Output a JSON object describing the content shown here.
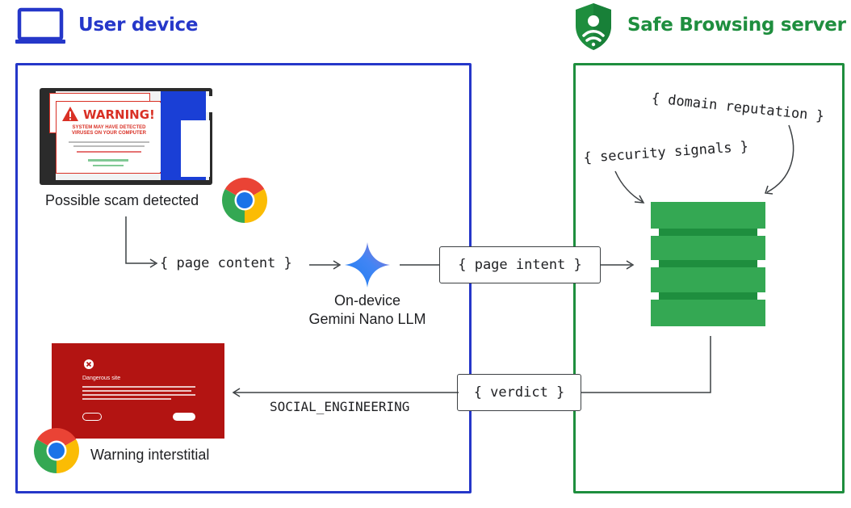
{
  "user_device": {
    "title": "User device",
    "icon": "laptop-icon",
    "color": "#2537c9"
  },
  "server": {
    "title": "Safe Browsing server",
    "icon": "shield-icon",
    "color": "#1e8e3e"
  },
  "scam": {
    "warning_title": "WARNING!",
    "warning_sub_1": "SYSTEM MAY HAVE DETECTED",
    "warning_sub_2": "VIRUSES ON YOUR COMPUTER",
    "label": "Possible scam detected"
  },
  "flow": {
    "page_content": "{ page content }",
    "llm_label_1": "On-device",
    "llm_label_2": "Gemini Nano LLM",
    "page_intent": "{ page intent }",
    "domain_reputation": "{ domain reputation }",
    "security_signals": "{ security signals }",
    "verdict": "{ verdict }",
    "verdict_value": "SOCIAL_ENGINEERING"
  },
  "interstitial": {
    "heading": "Dangerous site",
    "label": "Warning interstitial"
  },
  "colors": {
    "chrome_red": "#ea4335",
    "chrome_yellow": "#fbbc04",
    "chrome_green": "#34a853",
    "chrome_blue": "#1a73e8",
    "gemini_blue": "#4285f4",
    "gemini_purple": "#9b72cb"
  }
}
